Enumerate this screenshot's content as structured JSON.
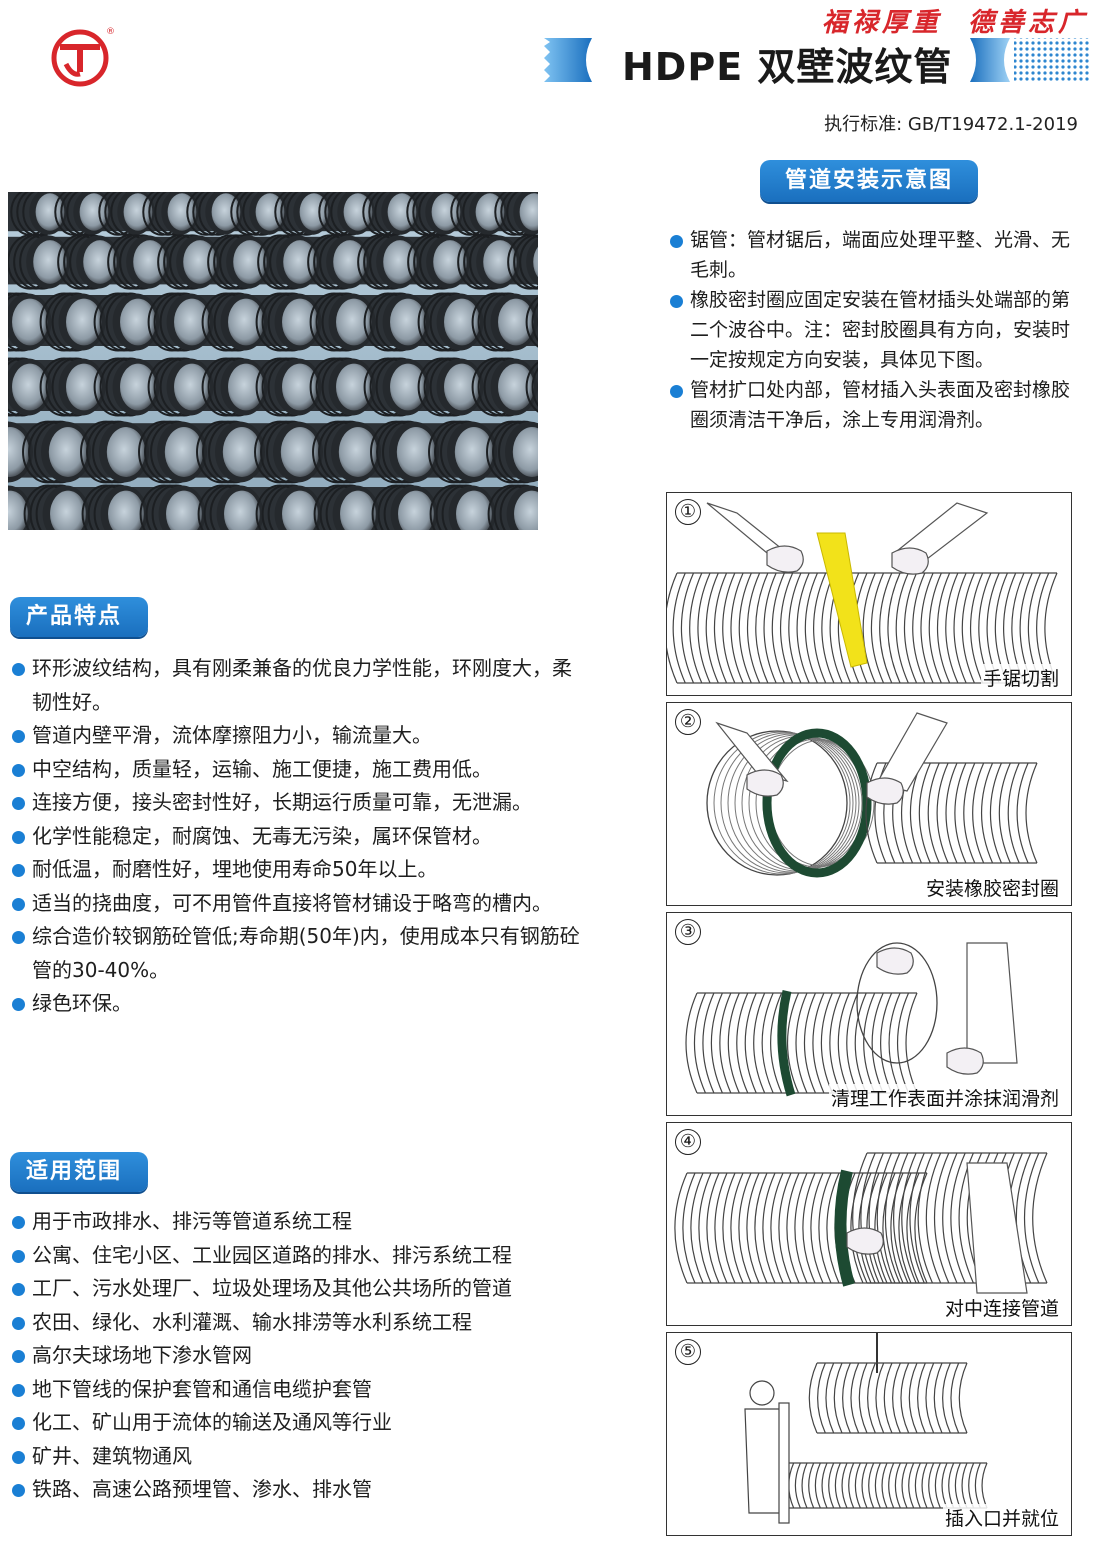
{
  "header": {
    "slogan": "福禄厚重  德善志广",
    "title": "HDPE 双壁波纹管",
    "standard": "执行标准: GB/T19472.1-2019",
    "logo_icon": "tj-logo-icon",
    "brand_color": "#d8262b",
    "accent_color": "#1a7fd4"
  },
  "features": {
    "heading": "产品特点",
    "items": [
      "环形波纹结构，具有刚柔兼备的优良力学性能，环刚度大，柔韧性好。",
      "管道内壁平滑，流体摩擦阻力小，输流量大。",
      "中空结构，质量轻，运输、施工便捷，施工费用低。",
      "连接方便，接头密封性好，长期运行质量可靠，无泄漏。",
      "化学性能稳定，耐腐蚀、无毒无污染，属环保管材。",
      "耐低温，耐磨性好，埋地使用寿命50年以上。",
      "适当的挠曲度，可不用管件直接将管材铺设于略弯的槽内。",
      "综合造价较钢筋砼管低;寿命期(50年)内，使用成本只有钢筋砼管的30-40%。",
      "绿色环保。"
    ]
  },
  "scope": {
    "heading": "适用范围",
    "items": [
      "用于市政排水、排污等管道系统工程",
      "公寓、住宅小区、工业园区道路的排水、排污系统工程",
      "工厂、污水处理厂、垃圾处理场及其他公共场所的管道",
      "农田、绿化、水利灌溉、输水排涝等水利系统工程",
      "高尔夫球场地下渗水管网",
      "地下管线的保护套管和通信电缆护套管",
      "化工、矿山用于流体的输送及通风等行业",
      "矿井、建筑物通风",
      "铁路、高速公路预埋管、渗水、排水管"
    ]
  },
  "install": {
    "heading": "管道安装示意图",
    "items": [
      "锯管：管材锯后，端面应处理平整、光滑、无毛刺。",
      "橡胶密封圈应固定安装在管材插头处端部的第二个波谷中。注：密封胶圈具有方向，安装时一定按规定方向安装，具体见下图。",
      "管材扩口处内部，管材插入头表面及密封橡胶圈须清洁干净后，涂上专用润滑剂。"
    ],
    "steps": [
      {
        "num": "①",
        "caption": "手锯切割"
      },
      {
        "num": "②",
        "caption": "安装橡胶密封圈"
      },
      {
        "num": "③",
        "caption": "清理工作表面并涂抹润滑剂"
      },
      {
        "num": "④",
        "caption": "对中连接管道"
      },
      {
        "num": "⑤",
        "caption": "插入口并就位"
      }
    ]
  }
}
